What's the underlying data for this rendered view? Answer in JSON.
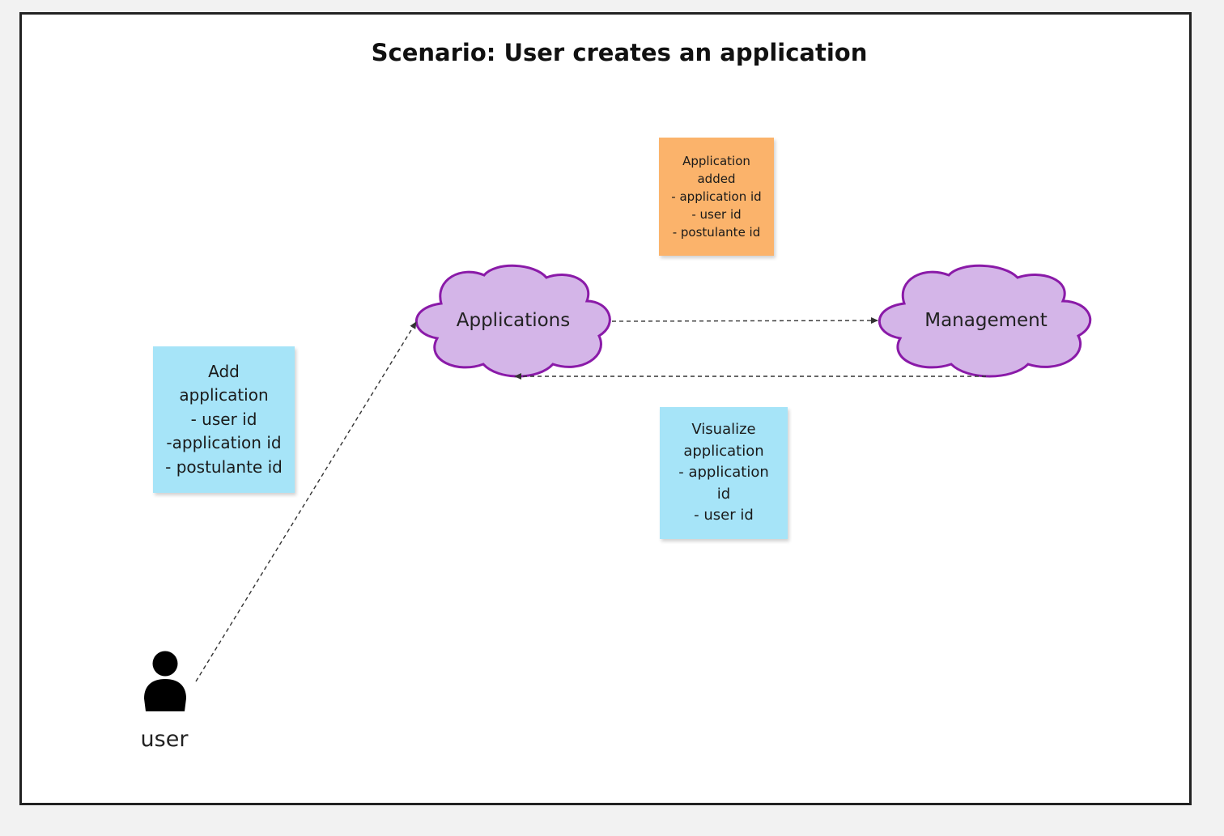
{
  "diagram": {
    "title": "Scenario: User creates an application",
    "nodes": {
      "applications": {
        "label": "Applications",
        "shape": "cloud",
        "fill": "#d4b5e8",
        "stroke": "#8a1aa8"
      },
      "management": {
        "label": "Management",
        "shape": "cloud",
        "fill": "#d4b5e8",
        "stroke": "#8a1aa8"
      },
      "user": {
        "label": "user",
        "shape": "person-icon",
        "color": "#000000"
      }
    },
    "stickies": {
      "application_added": {
        "color": "#fbb36b",
        "lines": [
          "Application",
          "added",
          "- application id",
          "- user id",
          "- postulante id"
        ]
      },
      "add_application": {
        "color": "#a6e4f8",
        "lines": [
          "Add",
          "application",
          "- user id",
          "-application id",
          "- postulante id"
        ]
      },
      "visualize_application": {
        "color": "#a6e4f8",
        "lines": [
          "Visualize",
          "application",
          "- application",
          "id",
          "- user id"
        ]
      }
    },
    "edges": [
      {
        "from": "user",
        "to": "applications",
        "style": "dashed"
      },
      {
        "from": "applications",
        "to": "management",
        "style": "dashed"
      },
      {
        "from": "management",
        "to": "applications",
        "style": "dashed"
      }
    ]
  }
}
